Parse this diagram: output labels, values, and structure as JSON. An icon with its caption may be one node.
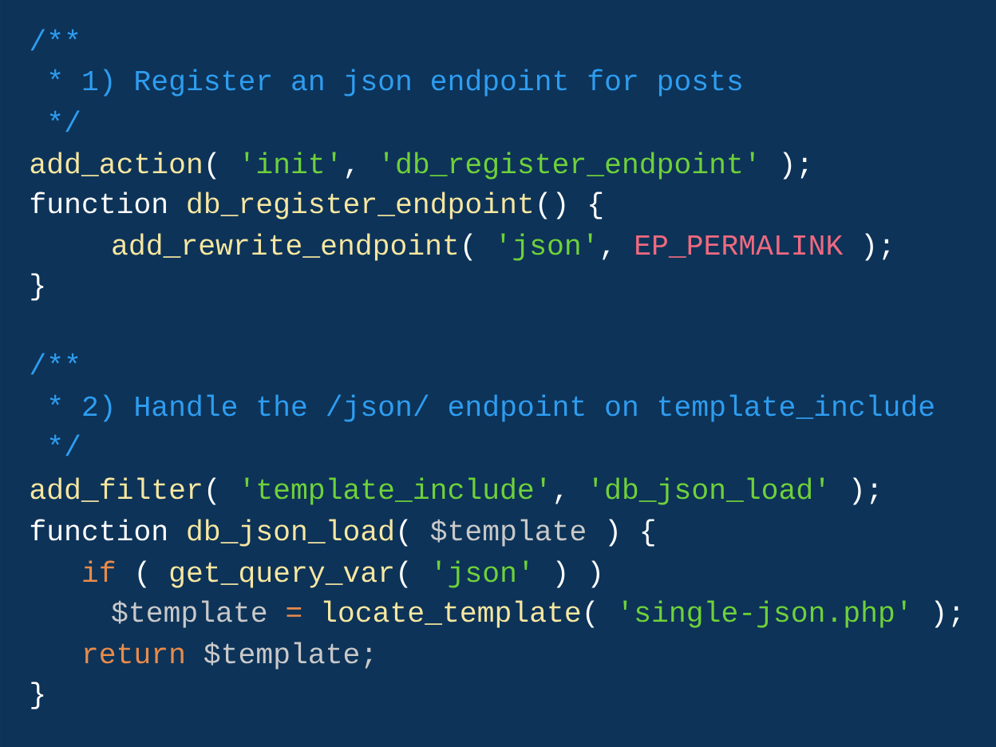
{
  "diagram": {
    "labels": [
      "/**",
      "* 1) Register an json endpoint for posts",
      "*/",
      "add_action",
      "(",
      "'init'",
      ",",
      "'db_register_endpoint'",
      ");",
      "function",
      "db_register_endpoint",
      "() {",
      "add_rewrite_endpoint",
      "(",
      "'json'",
      ",",
      "EP_PERMALINK",
      ");",
      "}",
      "/**",
      "* 2) Handle the /json/ endpoint on template_include",
      "*/",
      "add_filter",
      "(",
      "'template_include'",
      ",",
      "'db_json_load'",
      ");",
      "function",
      "db_json_load",
      "(",
      "$template",
      ") {",
      "if",
      "(",
      "get_query_var",
      "(",
      "'json'",
      ") )",
      "$template",
      "=",
      "locate_template",
      "(",
      "'single-json.php'",
      ");",
      "return",
      "$template;",
      "}"
    ]
  }
}
